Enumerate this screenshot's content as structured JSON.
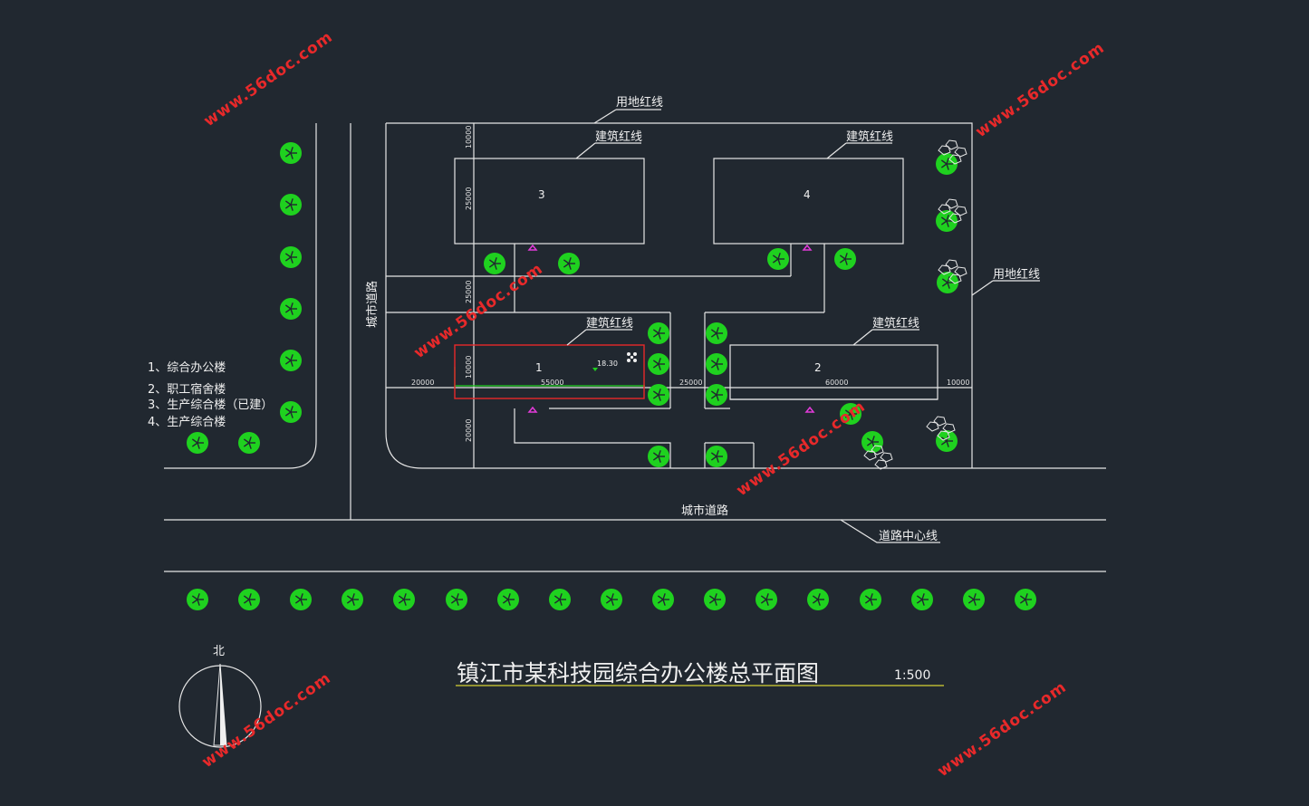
{
  "drawing_title": "镇江市某科技园综合办公楼总平面图",
  "scale": "1:500",
  "north_label": "北",
  "legend": [
    "1、综合办公楼",
    "2、职工宿舍楼",
    "3、生产综合楼（已建）",
    "4、生产综合楼"
  ],
  "labels": {
    "site_red_line": "用地红线",
    "building_red_line": "建筑红线",
    "city_road": "城市道路",
    "road_center_line": "道路中心线"
  },
  "buildings": {
    "b1": "1",
    "b2": "2",
    "b3": "3",
    "b4": "4"
  },
  "elevation": "18.30",
  "dimensions": {
    "d10000_top": "10000",
    "d25000_v": "25000",
    "d25000_v2": "25000",
    "d10000_v": "10000",
    "d20000_v": "20000",
    "d20000_h": "20000",
    "d55000": "55000",
    "d25000_h": "25000",
    "d60000": "60000",
    "d10000_h": "10000"
  },
  "watermark": "www.56doc.com",
  "colors": {
    "background": "#212830",
    "line": "#e6e6e6",
    "tree": "#1fd11f",
    "red_outline": "#e8292a",
    "marker": "#e23bd9",
    "title_underline": "#d6d234",
    "watermark": "#e8292a"
  }
}
